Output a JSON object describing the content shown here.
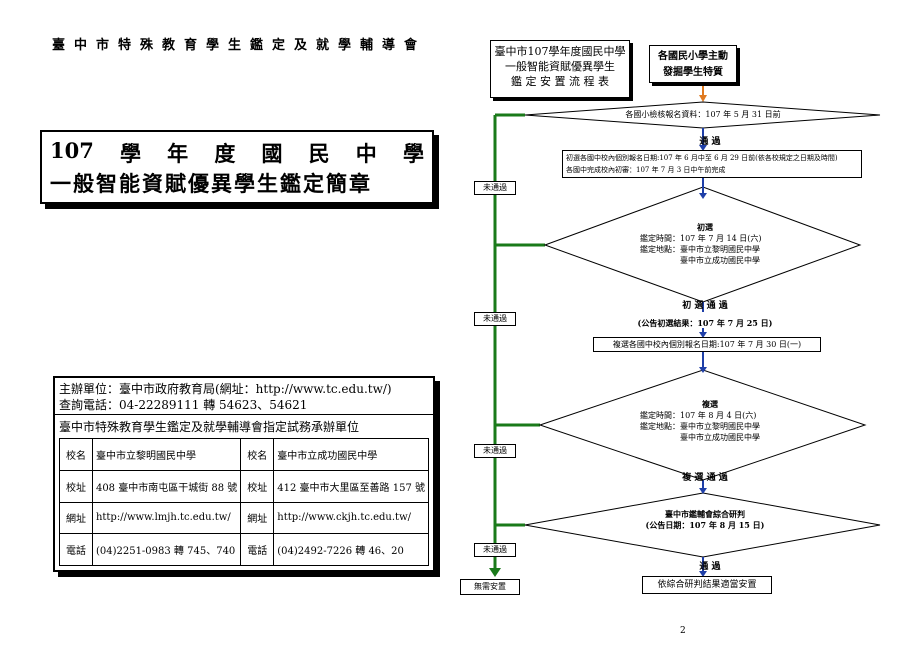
{
  "header": {
    "organization": "臺中市特殊教育學生鑑定及就學輔導會"
  },
  "title": {
    "line1": [
      "107",
      "學",
      "年",
      "度",
      "國",
      "民",
      "中",
      "學"
    ],
    "line2": "一般智能資賦優異學生鑑定簡章"
  },
  "info": {
    "organizer": "主辦單位：臺中市政府教育局(網址：http://www.tc.edu.tw/)",
    "phone": "查詢電話：04-22289111 轉 54623、54621",
    "designated": "臺中市特殊教育學生鑑定及就學輔導會指定試務承辦單位",
    "schools": {
      "rows": [
        [
          "校名",
          "臺中市立黎明國民中學",
          "校名",
          "臺中市立成功國民中學"
        ],
        [
          "校址",
          "408 臺中市南屯區干城街 88 號",
          "校址",
          "412 臺中市大里區至善路 157 號"
        ],
        [
          "網址",
          "http://www.lmjh.tc.edu.tw/",
          "網址",
          "http://www.ckjh.tc.edu.tw/"
        ],
        [
          "電話",
          "(04)2251-0983 轉 745、740",
          "電話",
          "(04)2492-7226 轉 46、20"
        ]
      ]
    }
  },
  "flow": {
    "title": [
      "臺中市107學年度國民中學",
      "一般智能資賦優異學生",
      "鑑 定 安 置 流 程 表"
    ],
    "start": [
      "各國民小學主動",
      "發掘學生特質"
    ],
    "d1": "各國小檢核報名資料：107 年 5 月 31 日前",
    "pass1": "通  過",
    "box1": [
      "初選各國中校內個別報名日期:107 年 6 月中至 6 月 29 日前(依各校規定之日期及時間)",
      "各國中完成校內初審：107 年 7 月 3 日中午前完成"
    ],
    "d2": [
      "初選",
      "鑑定時間：107 年 7 月 14 日(六)",
      "鑑定地點：臺中市立黎明國民中學",
      "臺中市立成功國民中學"
    ],
    "pass2": "初  選  通  過",
    "ann1": "(公告初選結果：107 年 7 月 25 日)",
    "box2": "複選各國中校內個別報名日期:107 年 7 月 30 日(一)",
    "d3": [
      "複選",
      "鑑定時間：107 年 8 月 4 日(六)",
      "鑑定地點：臺中市立黎明國民中學",
      "臺中市立成功國民中學"
    ],
    "pass3": "複  選  通  過",
    "d4": [
      "臺中市鑑輔會綜合研判",
      "(公告日期：107 年 8 月 15 日)"
    ],
    "pass4": "通  過",
    "final": "依綜合研判結果適當安置",
    "fail": "未通過",
    "none": "無需安置",
    "colors": {
      "green": "#1a7a1a",
      "blue": "#1f3fa8",
      "orange": "#e07a20"
    }
  },
  "page_number": "2"
}
